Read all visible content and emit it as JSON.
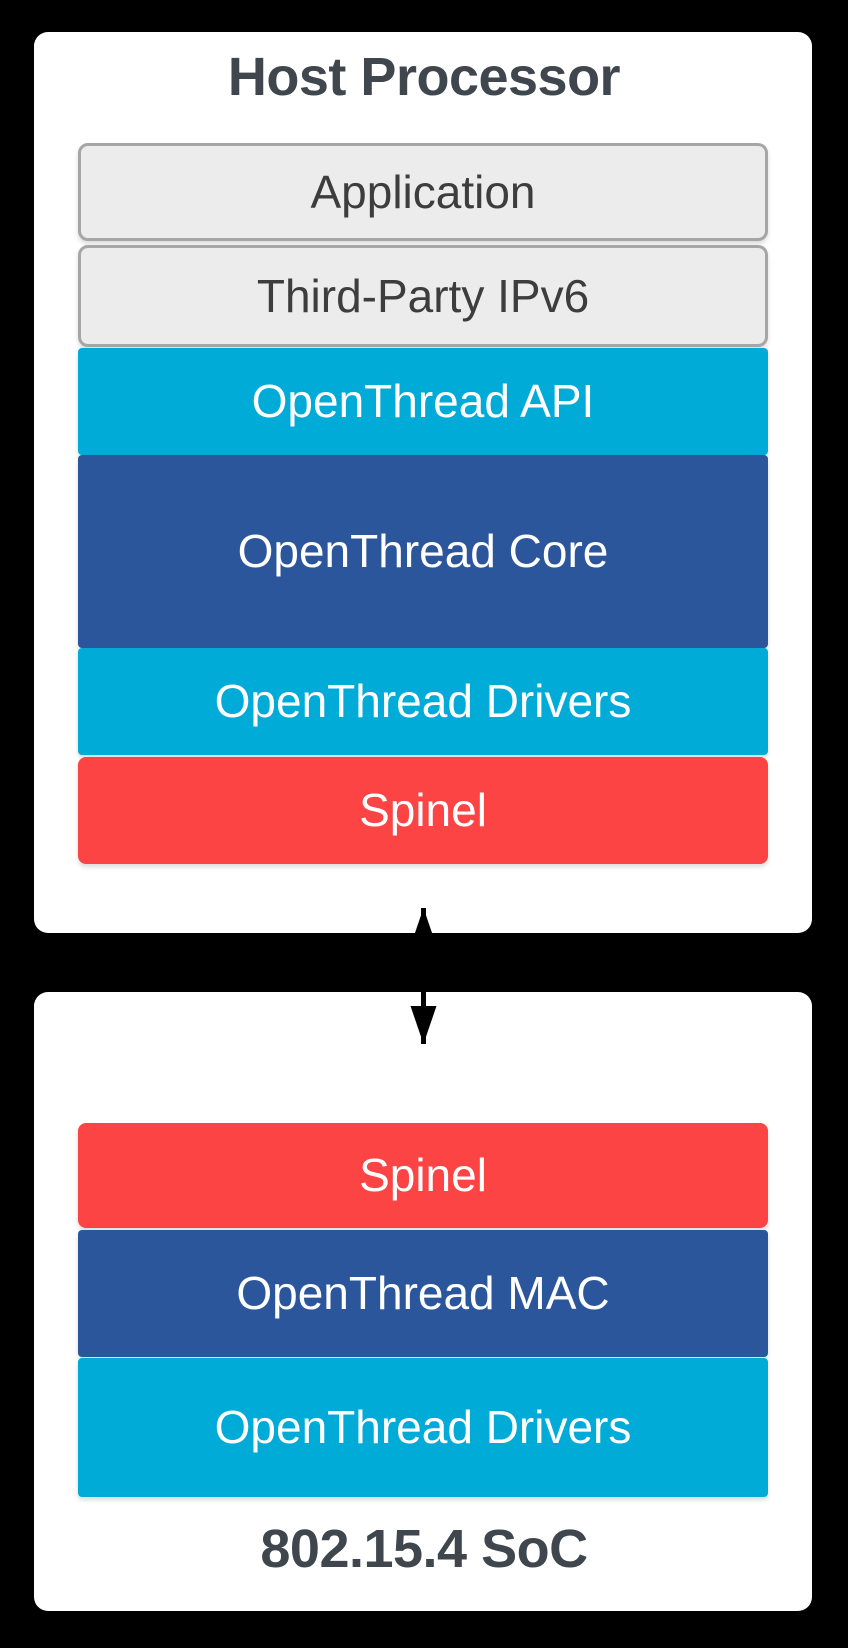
{
  "diagram": {
    "type": "layered-architecture",
    "title_top": "Host Processor",
    "title_bottom": "802.15.4 SoC",
    "colors": {
      "page_background": "#000000",
      "panel_background": "#ffffff",
      "plain_block": "#ececec",
      "plain_block_border": "#a6a6a6",
      "plain_block_text": "#3d3d3d",
      "cyan": "#00acd7",
      "navy": "#2c569b",
      "red": "#fc4444",
      "caption_text": "#3f464d",
      "block_text": "#ffffff",
      "arrow": "#000000"
    }
  },
  "host_panel": {
    "caption": "Host Processor",
    "layers": [
      {
        "label": "Application",
        "style": "plain"
      },
      {
        "label": "Third-Party IPv6",
        "style": "plain"
      },
      {
        "label": "OpenThread API",
        "style": "cyan"
      },
      {
        "label": "OpenThread Core",
        "style": "navy"
      },
      {
        "label": "OpenThread Drivers",
        "style": "cyan"
      },
      {
        "label": "Spinel",
        "style": "red"
      }
    ]
  },
  "soc_panel": {
    "caption": "802.15.4 SoC",
    "layers": [
      {
        "label": "Spinel",
        "style": "red"
      },
      {
        "label": "OpenThread MAC",
        "style": "navy"
      },
      {
        "label": "OpenThread Drivers",
        "style": "cyan"
      }
    ]
  },
  "connector": {
    "name": "spinel-link",
    "direction": "bidirectional-vertical",
    "from": "Spinel (Host Processor)",
    "to": "Spinel (802.15.4 SoC)"
  }
}
